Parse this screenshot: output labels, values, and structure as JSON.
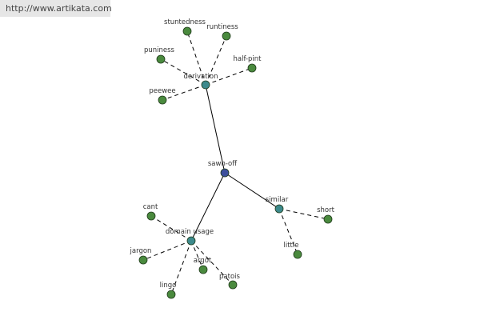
{
  "source_url": "http://www.artikata.com",
  "colors": {
    "root": "#3c4f9c",
    "hub": "#3d8a8c",
    "leaf": "#4a8a3e",
    "edge": "#000000"
  },
  "graph": {
    "root": {
      "label": "sawn-off"
    },
    "hubs": [
      {
        "label": "derivation"
      },
      {
        "label": "similar"
      },
      {
        "label": "domain usage"
      }
    ],
    "leaves": [
      {
        "label": "stuntedness",
        "hub": "derivation"
      },
      {
        "label": "runtiness",
        "hub": "derivation"
      },
      {
        "label": "puniness",
        "hub": "derivation"
      },
      {
        "label": "half-pint",
        "hub": "derivation"
      },
      {
        "label": "peewee",
        "hub": "derivation"
      },
      {
        "label": "short",
        "hub": "similar"
      },
      {
        "label": "little",
        "hub": "similar"
      },
      {
        "label": "cant",
        "hub": "domain usage"
      },
      {
        "label": "jargon",
        "hub": "domain usage"
      },
      {
        "label": "argot",
        "hub": "domain usage"
      },
      {
        "label": "patois",
        "hub": "domain usage"
      },
      {
        "label": "lingo",
        "hub": "domain usage"
      }
    ]
  }
}
